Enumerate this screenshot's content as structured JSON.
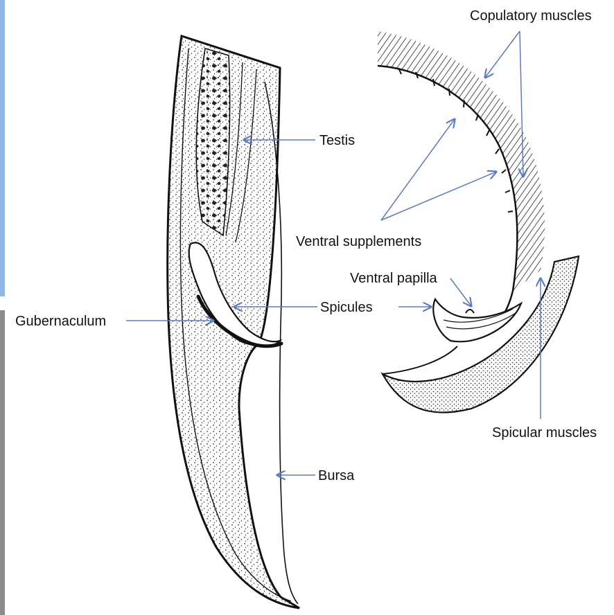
{
  "labels": {
    "copulatory_muscles": "Copulatory muscles",
    "testis": "Testis",
    "ventral_supplements": "Ventral supplements",
    "ventral_papilla": "Ventral papilla",
    "spicules": "Spicules",
    "gubernaculum": "Gubernaculum",
    "spicular_muscles": "Spicular muscles",
    "bursa": "Bursa"
  },
  "colors": {
    "arrow": "#5b7bc4",
    "left_bar_blue": "#8fb8e8",
    "left_bar_gray": "#8c8c8c",
    "ink": "#111111"
  }
}
